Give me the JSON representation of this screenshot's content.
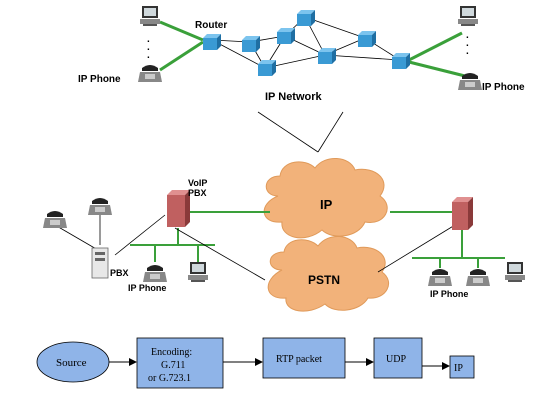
{
  "top_network": {
    "router_label": "Router",
    "left_phone_label": "IP Phone",
    "right_phone_label": "IP Phone",
    "network_label": "IP Network",
    "dots": "."
  },
  "voip_network": {
    "voip_pbx_label_line1": "VoIP",
    "voip_pbx_label_line2": "PBX",
    "pbx_label": "PBX",
    "left_phone_label": "IP Phone",
    "right_phone_label": "IP Phone",
    "ip_cloud_label": "IP",
    "pstn_cloud_label": "PSTN"
  },
  "pipeline": {
    "source": "Source",
    "encoding_line1": "Encoding:",
    "encoding_line2": "G.711",
    "encoding_line3": "or G.723.1",
    "rtp": "RTP packet",
    "udp": "UDP",
    "ip": "IP"
  },
  "colors": {
    "router": "#3a9ad4",
    "link_green": "#3aa03a",
    "cloud": "#f2b27a",
    "box_fill": "#8fb4e8",
    "pbx_box": "#c06060"
  }
}
